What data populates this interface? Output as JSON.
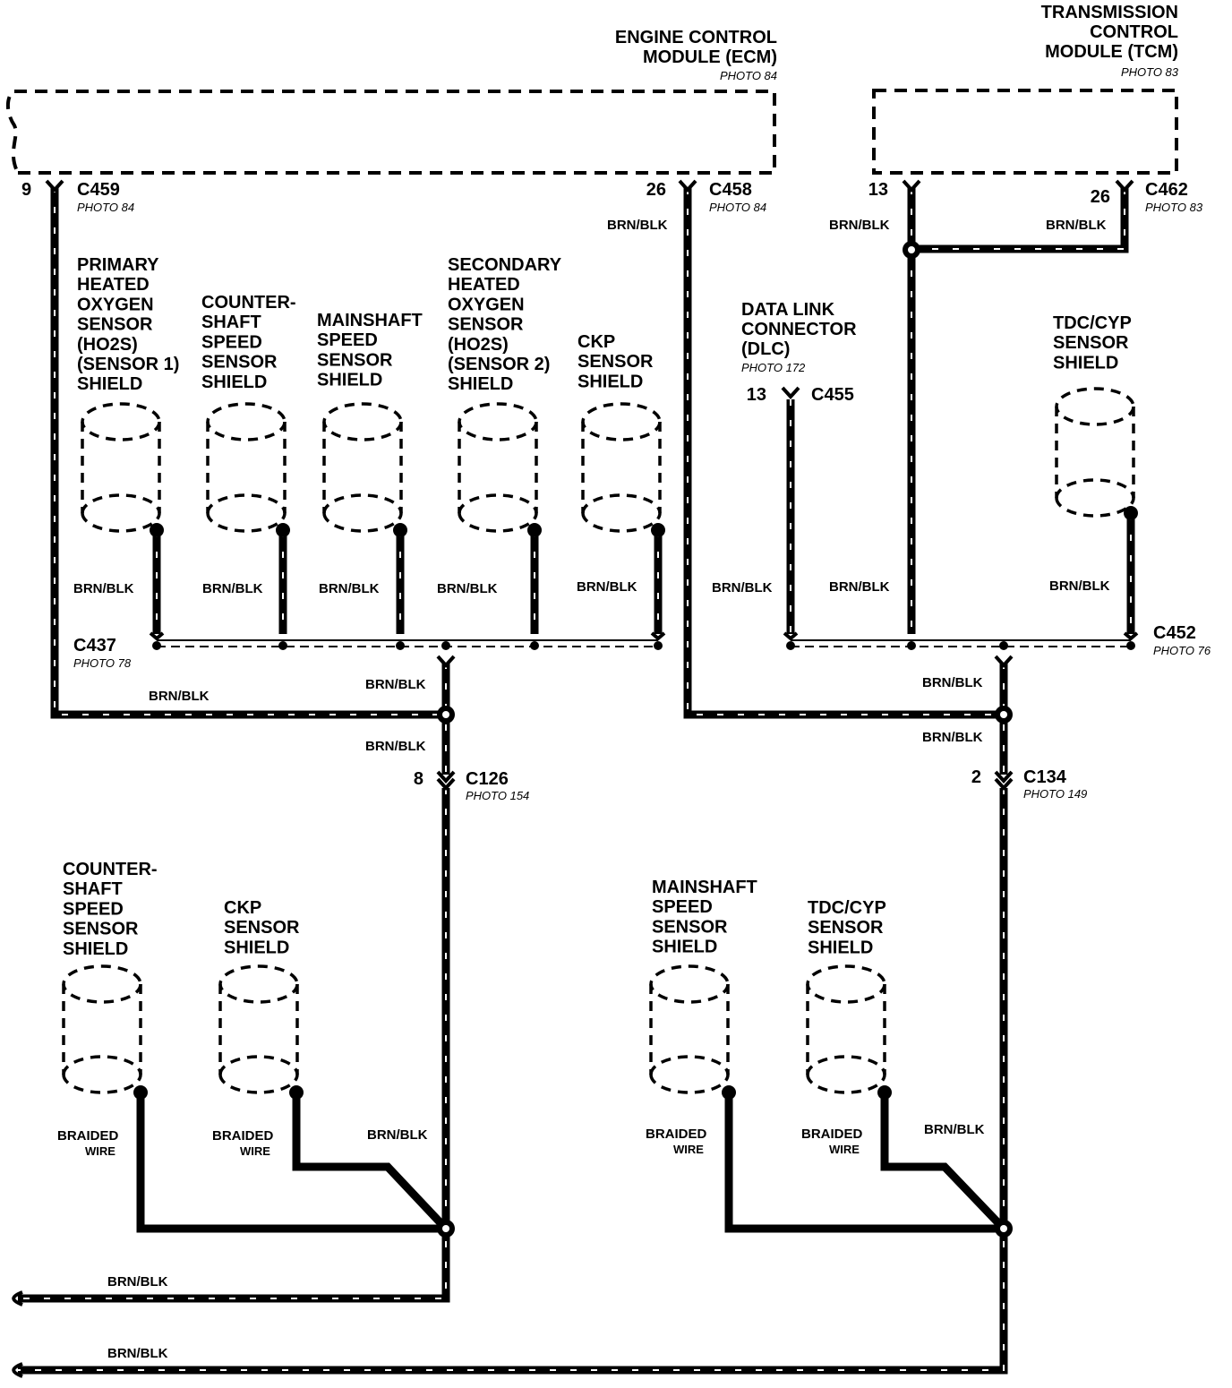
{
  "modules": {
    "ecm": {
      "name_lines": [
        "ENGINE CONTROL",
        "MODULE (ECM)"
      ],
      "photo": "PHOTO 84"
    },
    "tcm": {
      "name_lines": [
        "TRANSMISSION",
        "CONTROL",
        "MODULE (TCM)"
      ],
      "photo": "PHOTO 83"
    }
  },
  "connectors": {
    "c459": {
      "id": "C459",
      "pin": "9",
      "photo": "PHOTO 84"
    },
    "c458": {
      "id": "C458",
      "pin": "26",
      "photo": "PHOTO 84"
    },
    "c462": {
      "id": "C462",
      "pin_left": "13",
      "pin_right": "26",
      "photo": "PHOTO 83"
    },
    "c455": {
      "id": "C455",
      "pin": "13"
    },
    "c437": {
      "id": "C437",
      "photo": "PHOTO 78"
    },
    "c452": {
      "id": "C452",
      "photo": "PHOTO 76"
    },
    "c126": {
      "id": "C126",
      "pin": "8",
      "photo": "PHOTO 154"
    },
    "c134": {
      "id": "C134",
      "pin": "2",
      "photo": "PHOTO 149"
    }
  },
  "dlc": {
    "name_lines": [
      "DATA LINK",
      "CONNECTOR",
      "(DLC)"
    ],
    "photo": "PHOTO 172"
  },
  "top_shields": [
    {
      "lines": [
        "PRIMARY",
        "HEATED",
        "OXYGEN",
        "SENSOR",
        "(HO2S)",
        "(SENSOR 1)",
        "SHIELD"
      ]
    },
    {
      "lines": [
        "COUNTER-",
        "SHAFT",
        "SPEED",
        "SENSOR",
        "SHIELD"
      ]
    },
    {
      "lines": [
        "MAINSHAFT",
        "SPEED",
        "SENSOR",
        "SHIELD"
      ]
    },
    {
      "lines": [
        "SECONDARY",
        "HEATED",
        "OXYGEN",
        "SENSOR",
        "(HO2S)",
        "(SENSOR 2)",
        "SHIELD"
      ]
    },
    {
      "lines": [
        "CKP",
        "SENSOR",
        "SHIELD"
      ]
    },
    {
      "lines": [
        "TDC/CYP",
        "SENSOR",
        "SHIELD"
      ]
    }
  ],
  "bottom_shields": [
    {
      "lines": [
        "COUNTER-",
        "SHAFT",
        "SPEED",
        "SENSOR",
        "SHIELD"
      ]
    },
    {
      "lines": [
        "CKP",
        "SENSOR",
        "SHIELD"
      ]
    },
    {
      "lines": [
        "MAINSHAFT",
        "SPEED",
        "SENSOR",
        "SHIELD"
      ]
    },
    {
      "lines": [
        "TDC/CYP",
        "SENSOR",
        "SHIELD"
      ]
    }
  ],
  "wire_color": "BRN/BLK",
  "braided_lines": [
    "BRAIDED",
    "WIRE"
  ]
}
